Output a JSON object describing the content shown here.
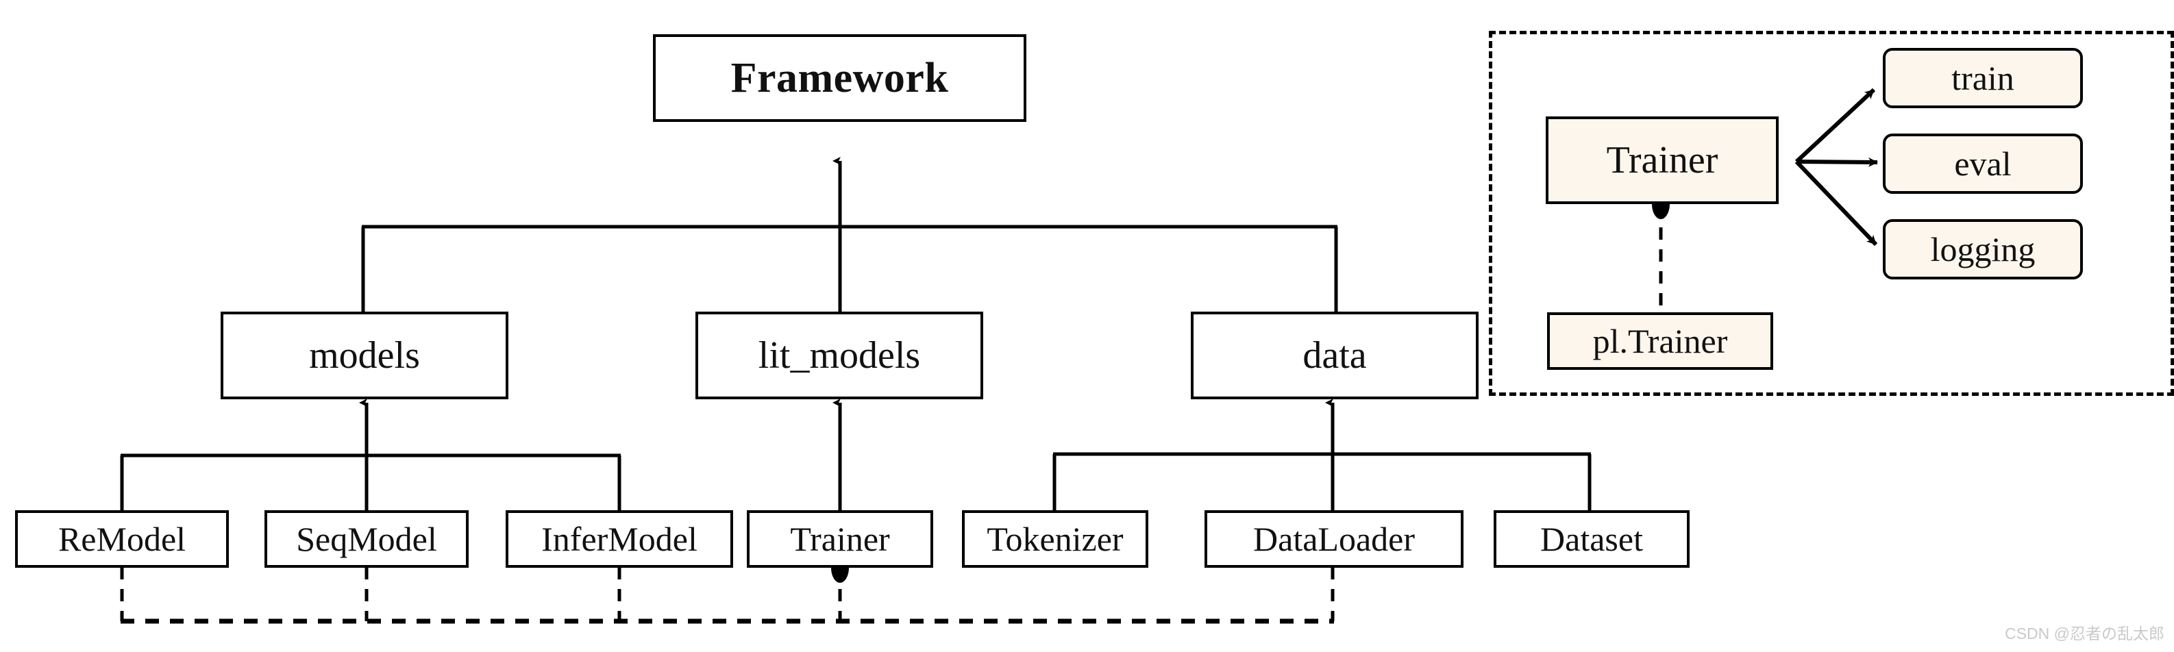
{
  "diagram": {
    "title": "Framework architecture diagram",
    "colors": {
      "line": "#000000",
      "node_fill": "#ffffff",
      "accent_fill": "#fdf6ec",
      "text": "#111111",
      "watermark": "#c9c9c9"
    },
    "root": {
      "label": "Framework"
    },
    "packages": [
      {
        "label": "models"
      },
      {
        "label": "lit_models"
      },
      {
        "label": "data"
      }
    ],
    "leaves": [
      {
        "label": "ReModel"
      },
      {
        "label": "SeqModel"
      },
      {
        "label": "InferModel"
      },
      {
        "label": "Trainer"
      },
      {
        "label": "Tokenizer"
      },
      {
        "label": "DataLoader"
      },
      {
        "label": "Dataset"
      }
    ],
    "detail_panel": {
      "trainer": {
        "label": "Trainer"
      },
      "pl_trainer": {
        "label": "pl.Trainer"
      },
      "methods": [
        {
          "label": "train"
        },
        {
          "label": "eval"
        },
        {
          "label": "logging"
        }
      ]
    },
    "watermark": {
      "text": "CSDN @忍者の乱太郎"
    }
  }
}
